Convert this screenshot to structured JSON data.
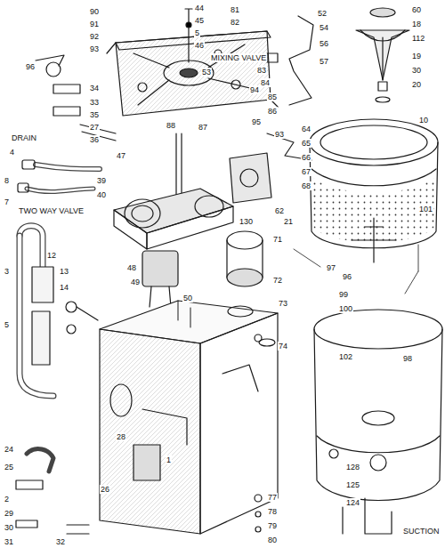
{
  "diagram": {
    "labels": [
      "90",
      "91",
      "92",
      "93",
      "96",
      "34",
      "33",
      "35",
      "27",
      "36",
      "DRAIN",
      "4",
      "8",
      "7",
      "39",
      "40",
      "TWO WAY VALVE",
      "44",
      "45",
      "5",
      "46",
      "81",
      "82",
      "83",
      "84",
      "85",
      "86",
      "87",
      "88",
      "47",
      "MIXING VALVE",
      "53",
      "52",
      "54",
      "56",
      "57",
      "60",
      "18",
      "112",
      "19",
      "30",
      "20",
      "94",
      "95",
      "93",
      "64",
      "65",
      "66",
      "67",
      "68",
      "62",
      "130",
      "48",
      "49",
      "50",
      "12",
      "13",
      "14",
      "3",
      "5",
      "71",
      "72",
      "73",
      "74",
      "97",
      "96",
      "99",
      "100",
      "102",
      "98",
      "24",
      "25",
      "2",
      "29",
      "30",
      "31",
      "32",
      "26",
      "1",
      "28",
      "77",
      "78",
      "79",
      "80",
      "128",
      "125",
      "124",
      "SUCTION",
      "10",
      "101",
      "21"
    ]
  }
}
